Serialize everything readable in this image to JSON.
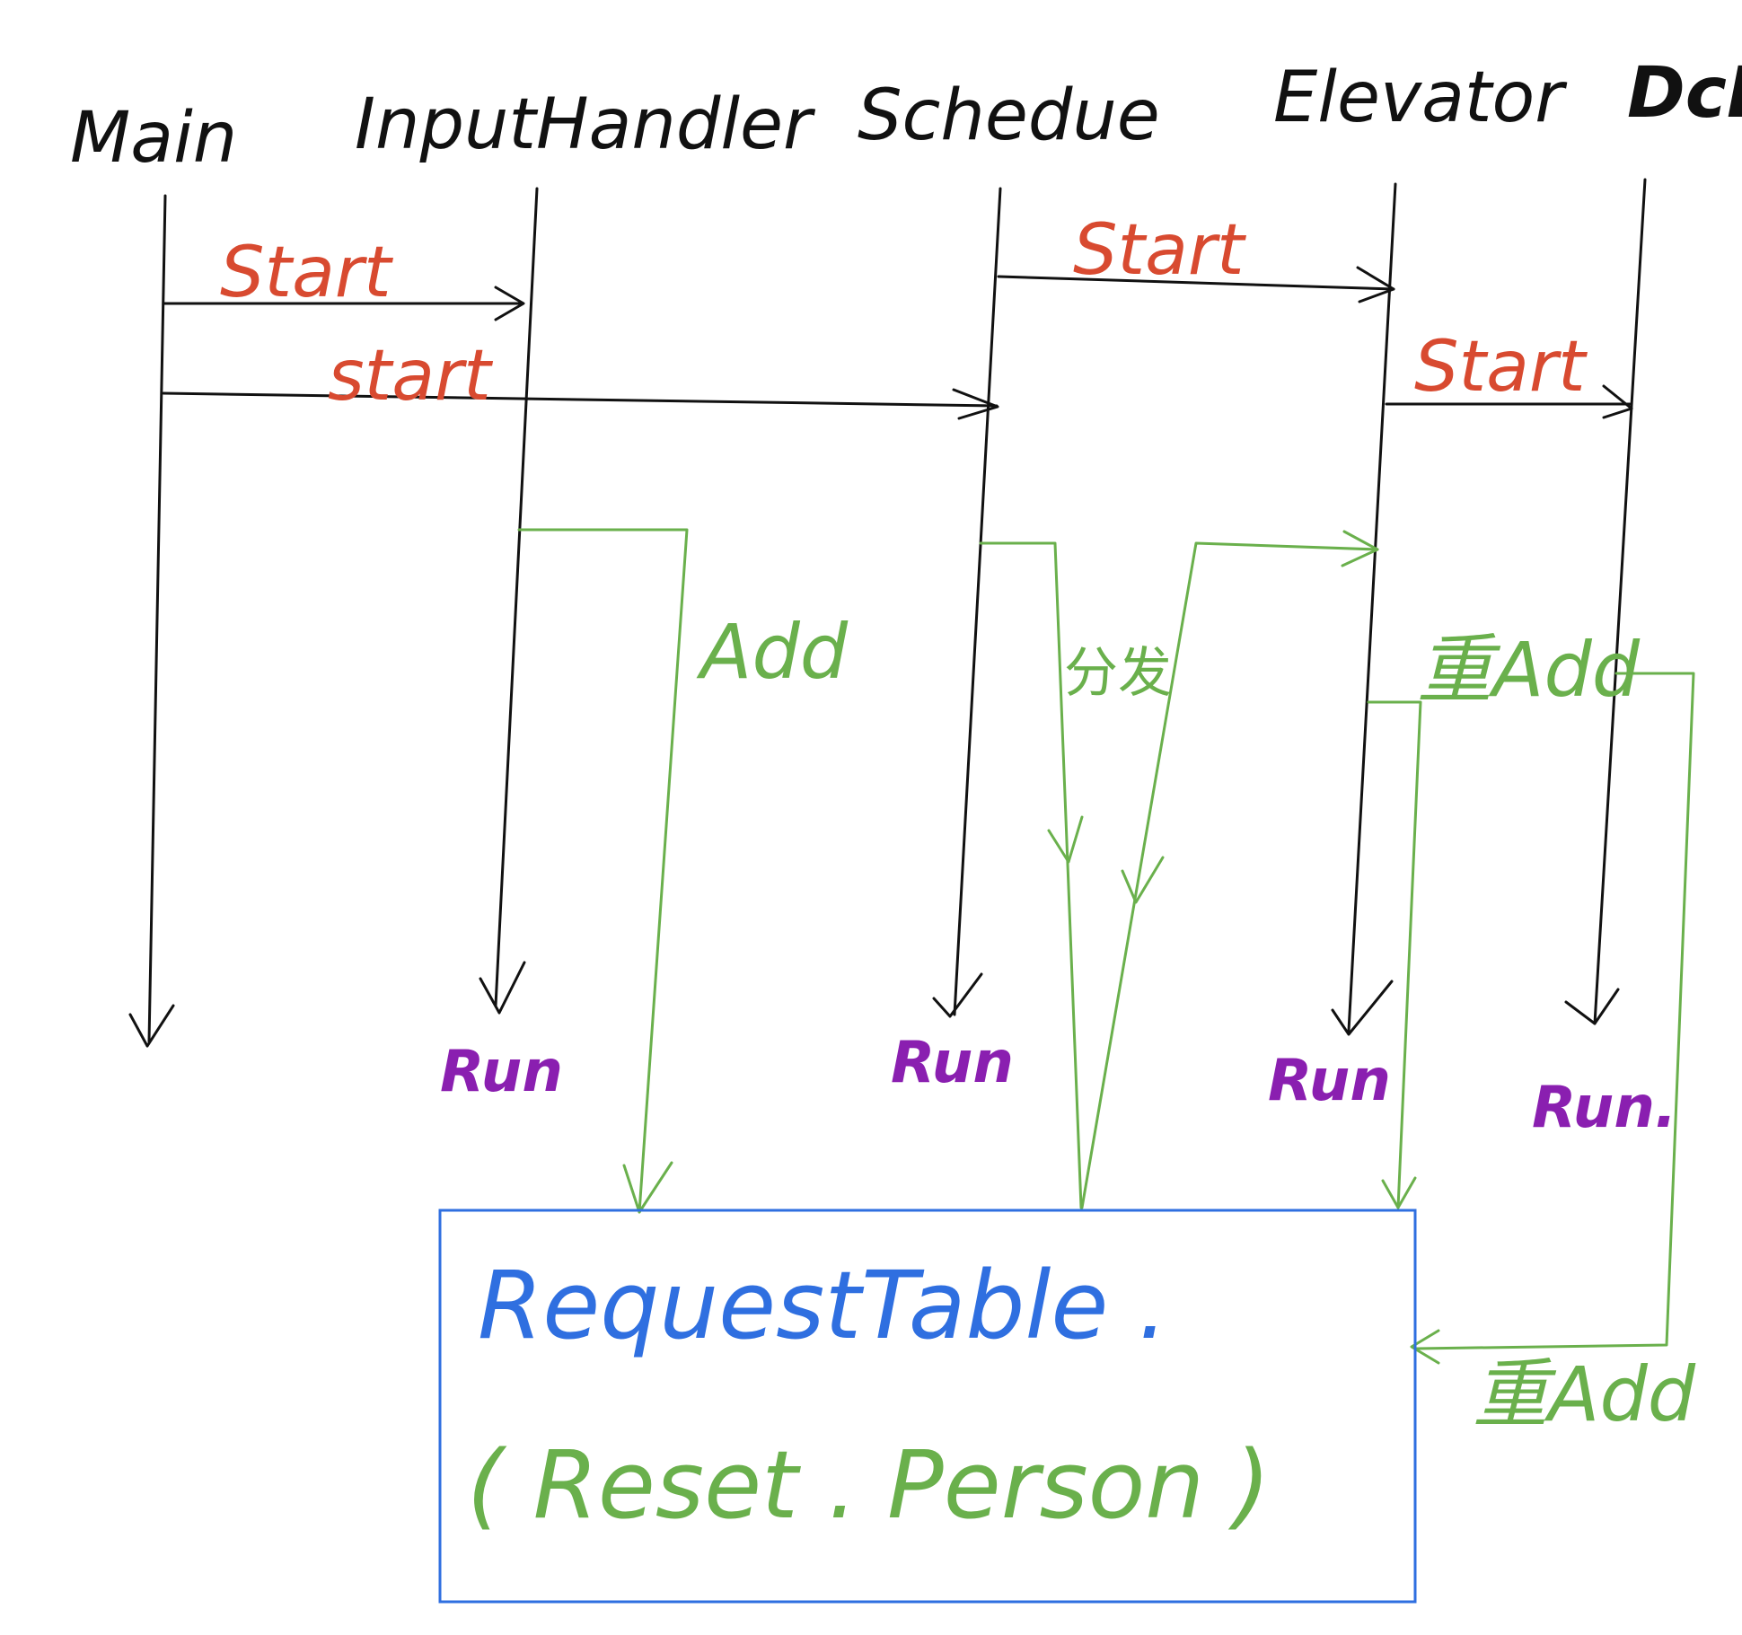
{
  "lifelines": [
    {
      "id": "main",
      "label": "Main"
    },
    {
      "id": "input-handler",
      "label": "InputHandler"
    },
    {
      "id": "schedule",
      "label": "Schedue"
    },
    {
      "id": "elevator",
      "label": "Elevator"
    },
    {
      "id": "de",
      "label": "DcE"
    }
  ],
  "messages": {
    "start_main_input": "Start",
    "start_main_schedule": "start",
    "start_schedule_elevator": "Start",
    "start_elevator_de": "Start",
    "add_input": "Add",
    "dispatch_schedule": "分发",
    "re_add_elevator": "重Add",
    "re_add_de": "重Add"
  },
  "run_labels": [
    "Run",
    "Run",
    "Run",
    "Run."
  ],
  "request_table": {
    "title": "RequestTable .",
    "subtitle": "( Reset . Person )"
  },
  "colors": {
    "ink": "#111111",
    "start": "#d84a30",
    "run": "#8a1fb0",
    "flow": "#6ab04c",
    "table": "#2f6fe0"
  }
}
